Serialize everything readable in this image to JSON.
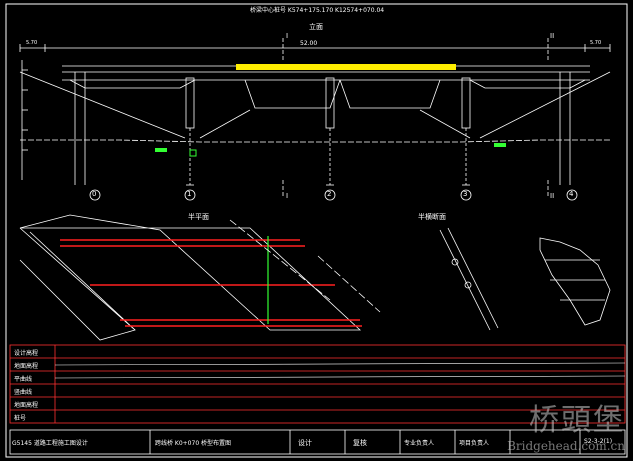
{
  "colors": {
    "background": "#000000",
    "line": "#ffffff",
    "accent_red": "#ff2020",
    "accent_green": "#33ff33",
    "accent_yellow": "#ffee00",
    "accent_cyan": "#00ffff",
    "table_frame": "#ff3030"
  },
  "header": {
    "title": "桥梁中心桩号 K574+175.170 K12574+070.04",
    "section_label": "立面",
    "span_total": "52.00",
    "left_dim": "5.70",
    "right_dim": "5.70",
    "marker_left": "I",
    "marker_right": "II"
  },
  "elevation": {
    "pier_labels": [
      "0",
      "1",
      "2",
      "3",
      "4"
    ],
    "bottom_markers": [
      "I",
      "II"
    ]
  },
  "plan": {
    "title": "半平面"
  },
  "section": {
    "title": "半横断面"
  },
  "table": {
    "rows": [
      "设计高程",
      "地面高程",
      "平曲线",
      "竖曲线",
      "地面高程",
      "桩号"
    ]
  },
  "title_block": {
    "project": "G5145 道路工程施工图设计",
    "drawing_title": "跨线桥 K0+070 桥型布置图",
    "design": "设计",
    "review": "复核",
    "engineer": "专业负责人",
    "manager": "项目负责人",
    "sheet": "S2-3-2(1)"
  },
  "watermark": {
    "text": "桥頭堡",
    "url": "Bridgehead.com.cn"
  }
}
